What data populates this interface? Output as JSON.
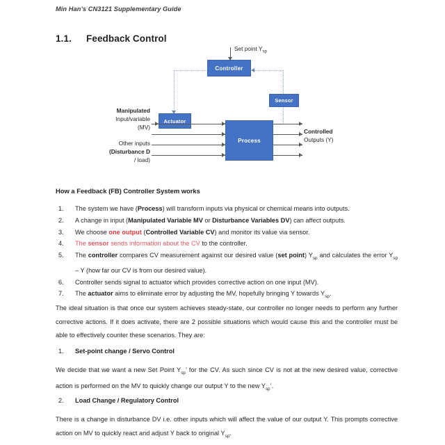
{
  "document": {
    "running_header": "Min Han’s CN3121 Supplementary Guide",
    "section_number": "1.1.",
    "section_title": "Feedback Control"
  },
  "figure": {
    "name": "feedback-control-block-diagram",
    "accent_color": "#4472C4",
    "line_color": "#595959",
    "dotted_line_color": "#9CB0CF",
    "blocks": [
      {
        "id": "controller",
        "label": "Controller"
      },
      {
        "id": "sensor",
        "label": "Sensor"
      },
      {
        "id": "actuator",
        "label": "Actuator"
      },
      {
        "id": "process",
        "label": "Process"
      }
    ],
    "labels": {
      "setpoint": "Set point Y",
      "setpoint_sub": "sp",
      "manipulated_line1": "Manipulated",
      "manipulated_line2": "Input/variable",
      "manipulated_line3": "(MV)",
      "other_line1": "Other inputs",
      "other_line2": "(Disturbance D",
      "other_line3": "/ load)",
      "controlled_line1": "Controlled",
      "controlled_line2": "Outputs (Y)"
    }
  },
  "body": {
    "works_heading": "How a Feedback (FB) Controller System works",
    "steps": [
      {
        "marker": "1.",
        "html": "The system we have (<b>Process</b>) will transform inputs via physical or chemical means into outputs."
      },
      {
        "marker": "2.",
        "html": "A change in input (<b>Manipulated Variable MV</b> or <b>Disturbance Variables DV</b>) can affect outputs."
      },
      {
        "marker": "3.",
        "html": "We choose <span class=\"red-b\">one output</span> (<b>Controlled Variable CV</b>) and monitor its value via sensor."
      },
      {
        "marker": "4.",
        "html": "<span class=\"red\">The <b>sensor</b> sends information about the CV</span> to the controller."
      },
      {
        "marker": "5.",
        "html": "The <b>controller</b> compares CV measurement against our desired value (<b>set point</b>) Y<span class=\"sub-t\">sp</span> and calculates the error Y<span class=\"sub-t\">sp</span> – Y (how far our CV is from our desired value)."
      },
      {
        "marker": "6.",
        "html": "Controller sends signal to actuator which provides corrective action on one input (MV)."
      },
      {
        "marker": "7.",
        "html": "The <b>actuator</b> aims to eliminate error by adjusting the MV, hopefully bringing Y towards Y<span class=\"sub-t\">sp</span>."
      }
    ],
    "ideal_paragraph": "The ideal situation is that once our system achieves steady-state, our controller no longer needs to perform any further corrective actions. If it does activate, there are 2 possible situations which would cause this and the controller must be able to effectively counter these scenarios. They are:",
    "scenarios": [
      {
        "marker": "1.",
        "title": "Set-point change / Servo Control",
        "body_html": "We decide that we want a new Set Point Y<span class=\"sub-t\">sp</span>’ for the CV. As such since CV is not at the new desired value, corrective action is performed on the MV to quickly change our output Y to the new Y<span class=\"sub-t\">sp</span>’."
      },
      {
        "marker": "2.",
        "title": "Load Change / Regulatory Control",
        "body_html": "There is a change in disturbance DV i.e. other inputs which will affect the value of our output Y. This prompts corrective action on MV to quickly react and adjust Y back to original Y<span class=\"sub-t\">sp</span>."
      }
    ]
  }
}
